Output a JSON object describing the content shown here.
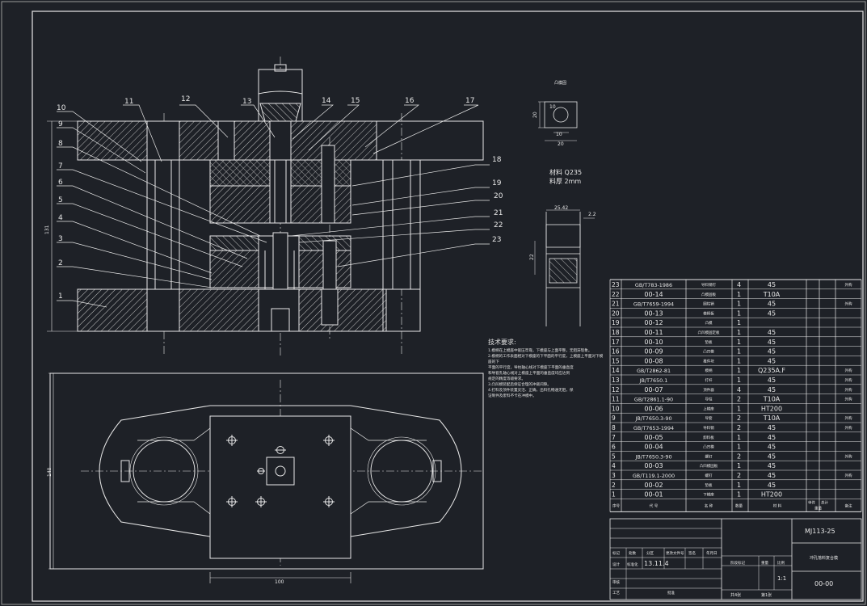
{
  "balloons": [
    "1",
    "2",
    "3",
    "4",
    "5",
    "6",
    "7",
    "8",
    "9",
    "10",
    "11",
    "12",
    "13",
    "14",
    "15",
    "16",
    "17",
    "18",
    "19",
    "20",
    "21",
    "22",
    "23"
  ],
  "dimensions": {
    "height_front": "131",
    "height_top": "140",
    "width_top": "100",
    "detail_a_w": "20",
    "detail_a_h": "20",
    "detail_a_hole": "10",
    "detail_a_hole2": "10",
    "detail_b_w": "25.42",
    "detail_b_t": "2.2",
    "detail_b_h": "22"
  },
  "detail_a_title": "凸模固",
  "material": {
    "label": "材料 Q235",
    "thickness": "料厚 2mm"
  },
  "notes": {
    "title": "技术要求:",
    "lines": [
      "1.模柄在上模座中嵌压牢靠，下模座与上面平整，无阻滞现象。",
      "2.模柄的工作表面相对下模座的下平面的平行度，上模座上平面对下模座的下",
      "平面的平行度，导柱轴心线对下模座下平面的垂直度",
      "和导套孔轴心线对上模座上平面的垂直度均应达到",
      "规定的精度等级要求。",
      "3.凸凹模装配后保证合理的冲裁间隙。",
      "4.打料及顶件装置灵活、正确，出料孔畅通无阻，保",
      "证制件及废料不卡在冲模中。"
    ]
  },
  "bom": [
    {
      "no": "23",
      "code": "GB/T783-1986",
      "name": "导料销钉",
      "qty": "4",
      "mat": "45",
      "note": "外购"
    },
    {
      "no": "22",
      "code": "00-14",
      "name": "凸模固板",
      "qty": "1",
      "mat": "T10A",
      "note": ""
    },
    {
      "no": "21",
      "code": "GB/T7659-1994",
      "name": "圆柱销",
      "qty": "1",
      "mat": "45",
      "note": "外购"
    },
    {
      "no": "20",
      "code": "00-13",
      "name": "模柄板",
      "qty": "1",
      "mat": "45",
      "note": ""
    },
    {
      "no": "19",
      "code": "00-12",
      "name": "凸模",
      "qty": "1",
      "mat": "",
      "note": ""
    },
    {
      "no": "18",
      "code": "00-11",
      "name": "凸凹模固定板",
      "qty": "1",
      "mat": "45",
      "note": ""
    },
    {
      "no": "17",
      "code": "00-10",
      "name": "垫板",
      "qty": "1",
      "mat": "45",
      "note": ""
    },
    {
      "no": "16",
      "code": "00-09",
      "name": "凸凹模",
      "qty": "1",
      "mat": "45",
      "note": ""
    },
    {
      "no": "15",
      "code": "00-08",
      "name": "推件块",
      "qty": "1",
      "mat": "45",
      "note": ""
    },
    {
      "no": "14",
      "code": "GB/T2862-81",
      "name": "模柄",
      "qty": "1",
      "mat": "Q235A.F",
      "note": "外购"
    },
    {
      "no": "13",
      "code": "JB/T7650.1",
      "name": "打杆",
      "qty": "1",
      "mat": "45",
      "note": "外购"
    },
    {
      "no": "12",
      "code": "00-07",
      "name": "顶件器",
      "qty": "4",
      "mat": "45",
      "note": "外购"
    },
    {
      "no": "11",
      "code": "GB/T2861.1-90",
      "name": "导柱",
      "qty": "2",
      "mat": "T10A",
      "note": "外购"
    },
    {
      "no": "10",
      "code": "00-06",
      "name": "上模座",
      "qty": "1",
      "mat": "HT200",
      "note": ""
    },
    {
      "no": "9",
      "code": "JB/T7650.3-90",
      "name": "导套",
      "qty": "2",
      "mat": "T10A",
      "note": "外购"
    },
    {
      "no": "8",
      "code": "GB/T7653-1994",
      "name": "导料销",
      "qty": "2",
      "mat": "45",
      "note": "外购"
    },
    {
      "no": "7",
      "code": "00-05",
      "name": "卸料板",
      "qty": "1",
      "mat": "45",
      "note": ""
    },
    {
      "no": "6",
      "code": "00-04",
      "name": "凸凹模",
      "qty": "1",
      "mat": "45",
      "note": ""
    },
    {
      "no": "5",
      "code": "JB/T7650.3-90",
      "name": "螺钉",
      "qty": "2",
      "mat": "45",
      "note": "外购"
    },
    {
      "no": "4",
      "code": "00-03",
      "name": "凸凹模固板",
      "qty": "1",
      "mat": "45",
      "note": ""
    },
    {
      "no": "3",
      "code": "GB/T119.1-2000",
      "name": "螺钉",
      "qty": "2",
      "mat": "45",
      "note": "外购"
    },
    {
      "no": "2",
      "code": "00-02",
      "name": "垫板",
      "qty": "1",
      "mat": "45",
      "note": ""
    },
    {
      "no": "1",
      "code": "00-01",
      "name": "下模座",
      "qty": "1",
      "mat": "HT200",
      "note": ""
    }
  ],
  "bom_header": {
    "no": "序号",
    "code": "代 号",
    "name": "名 称",
    "qty": "数量",
    "mat": "材 料",
    "unit": "单件",
    "total": "总计",
    "weight": "重量",
    "note": "备注"
  },
  "title_block": {
    "drawing_no_top": "MJ113-25",
    "drawing_name": "冲孔落料复合模",
    "drawing_no": "00-00",
    "scale": "1:1",
    "date": "13.11.4",
    "sheets": "共4张",
    "sheet": "第1张",
    "labels": {
      "mark": "标记",
      "count": "处数",
      "zone": "分区",
      "change": "更改文件号",
      "sign": "签名",
      "ymd": "年月日",
      "design": "设计",
      "std": "标准化",
      "stage": "阶段标记",
      "weight": "重量",
      "scale": "比例",
      "check": "审核",
      "craft": "工艺",
      "approve": "批准"
    }
  },
  "colors": {
    "background": "#1e2127",
    "lines": "#e8e8e8",
    "hatch": "#c8c8c8"
  }
}
